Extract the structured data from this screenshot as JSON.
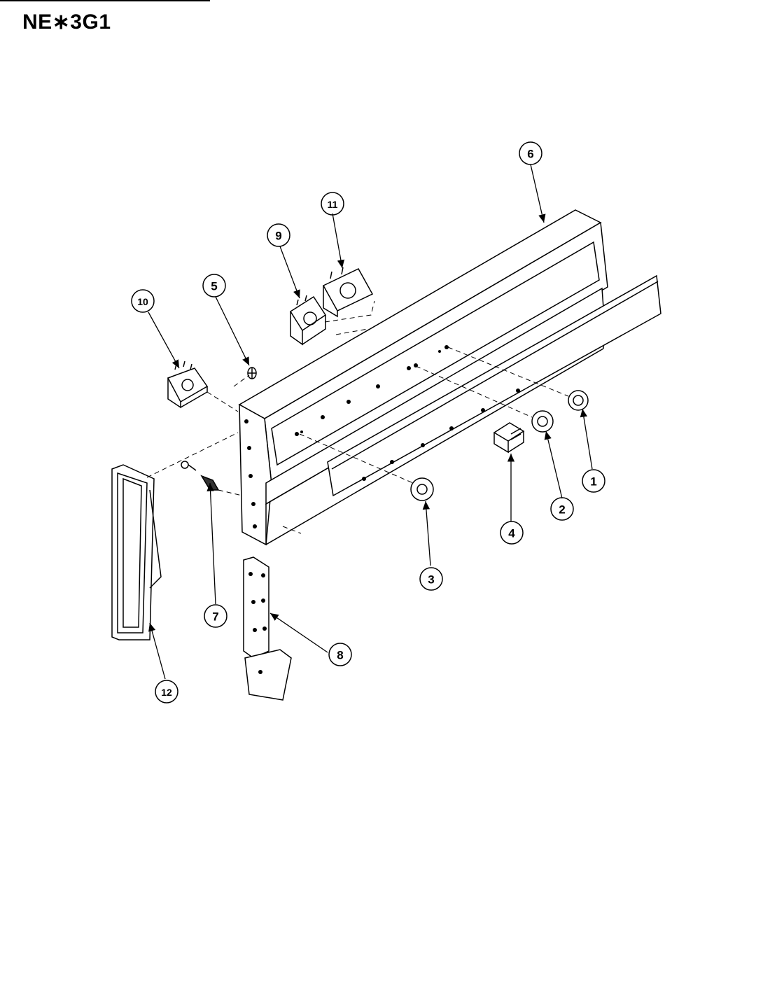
{
  "header": {
    "model": "NE∗3G1"
  },
  "callouts": [
    {
      "id": "c1",
      "label": "1"
    },
    {
      "id": "c2",
      "label": "2"
    },
    {
      "id": "c3",
      "label": "3"
    },
    {
      "id": "c4",
      "label": "4"
    },
    {
      "id": "c5",
      "label": "5"
    },
    {
      "id": "c6",
      "label": "6"
    },
    {
      "id": "c7",
      "label": "7"
    },
    {
      "id": "c8",
      "label": "8"
    },
    {
      "id": "c9",
      "label": "9"
    },
    {
      "id": "c10",
      "label": "10"
    },
    {
      "id": "c11",
      "label": "11"
    },
    {
      "id": "c12",
      "label": "12"
    }
  ]
}
